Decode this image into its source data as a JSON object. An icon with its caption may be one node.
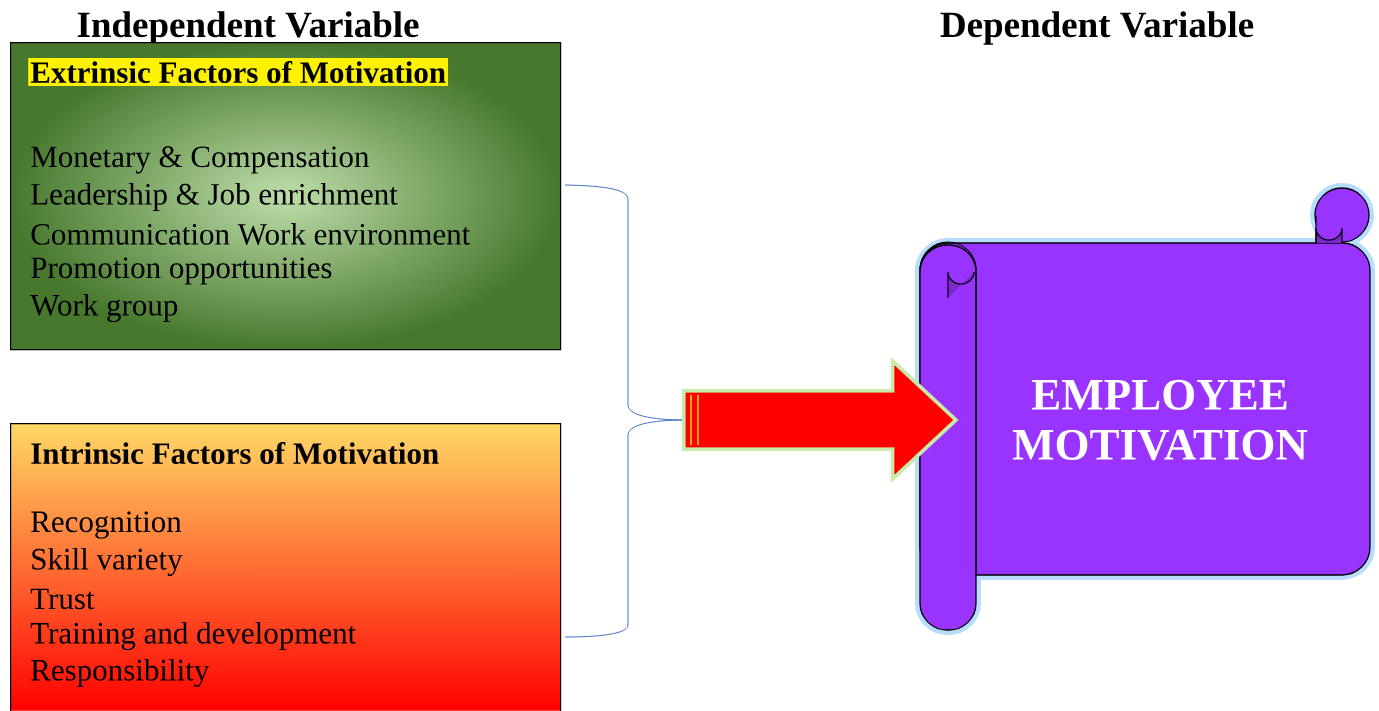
{
  "diagram": {
    "nodes": [
      {
        "text": [
          "Extrinsic Factors of Motivation",
          "Monetary & Compensation",
          "Leadership & Job enrichment",
          "Communication Work environment",
          "Promotion opportunities",
          "Work group"
        ]
      },
      {
        "text": [
          "Intrinsic Factors of Motivation",
          "Recognition",
          "Skill variety",
          "Trust",
          "Training and development",
          "Responsibility"
        ]
      },
      {
        "text": [
          "EMPLOYEE MOTIVATION"
        ]
      }
    ],
    "edges": [
      {
        "from": null,
        "to": 2,
        "arrow": "to",
        "style": "thick",
        "color": "#ff0000"
      }
    ],
    "labels": [
      "Independent Variable",
      "Dependent Variable"
    ]
  }
}
